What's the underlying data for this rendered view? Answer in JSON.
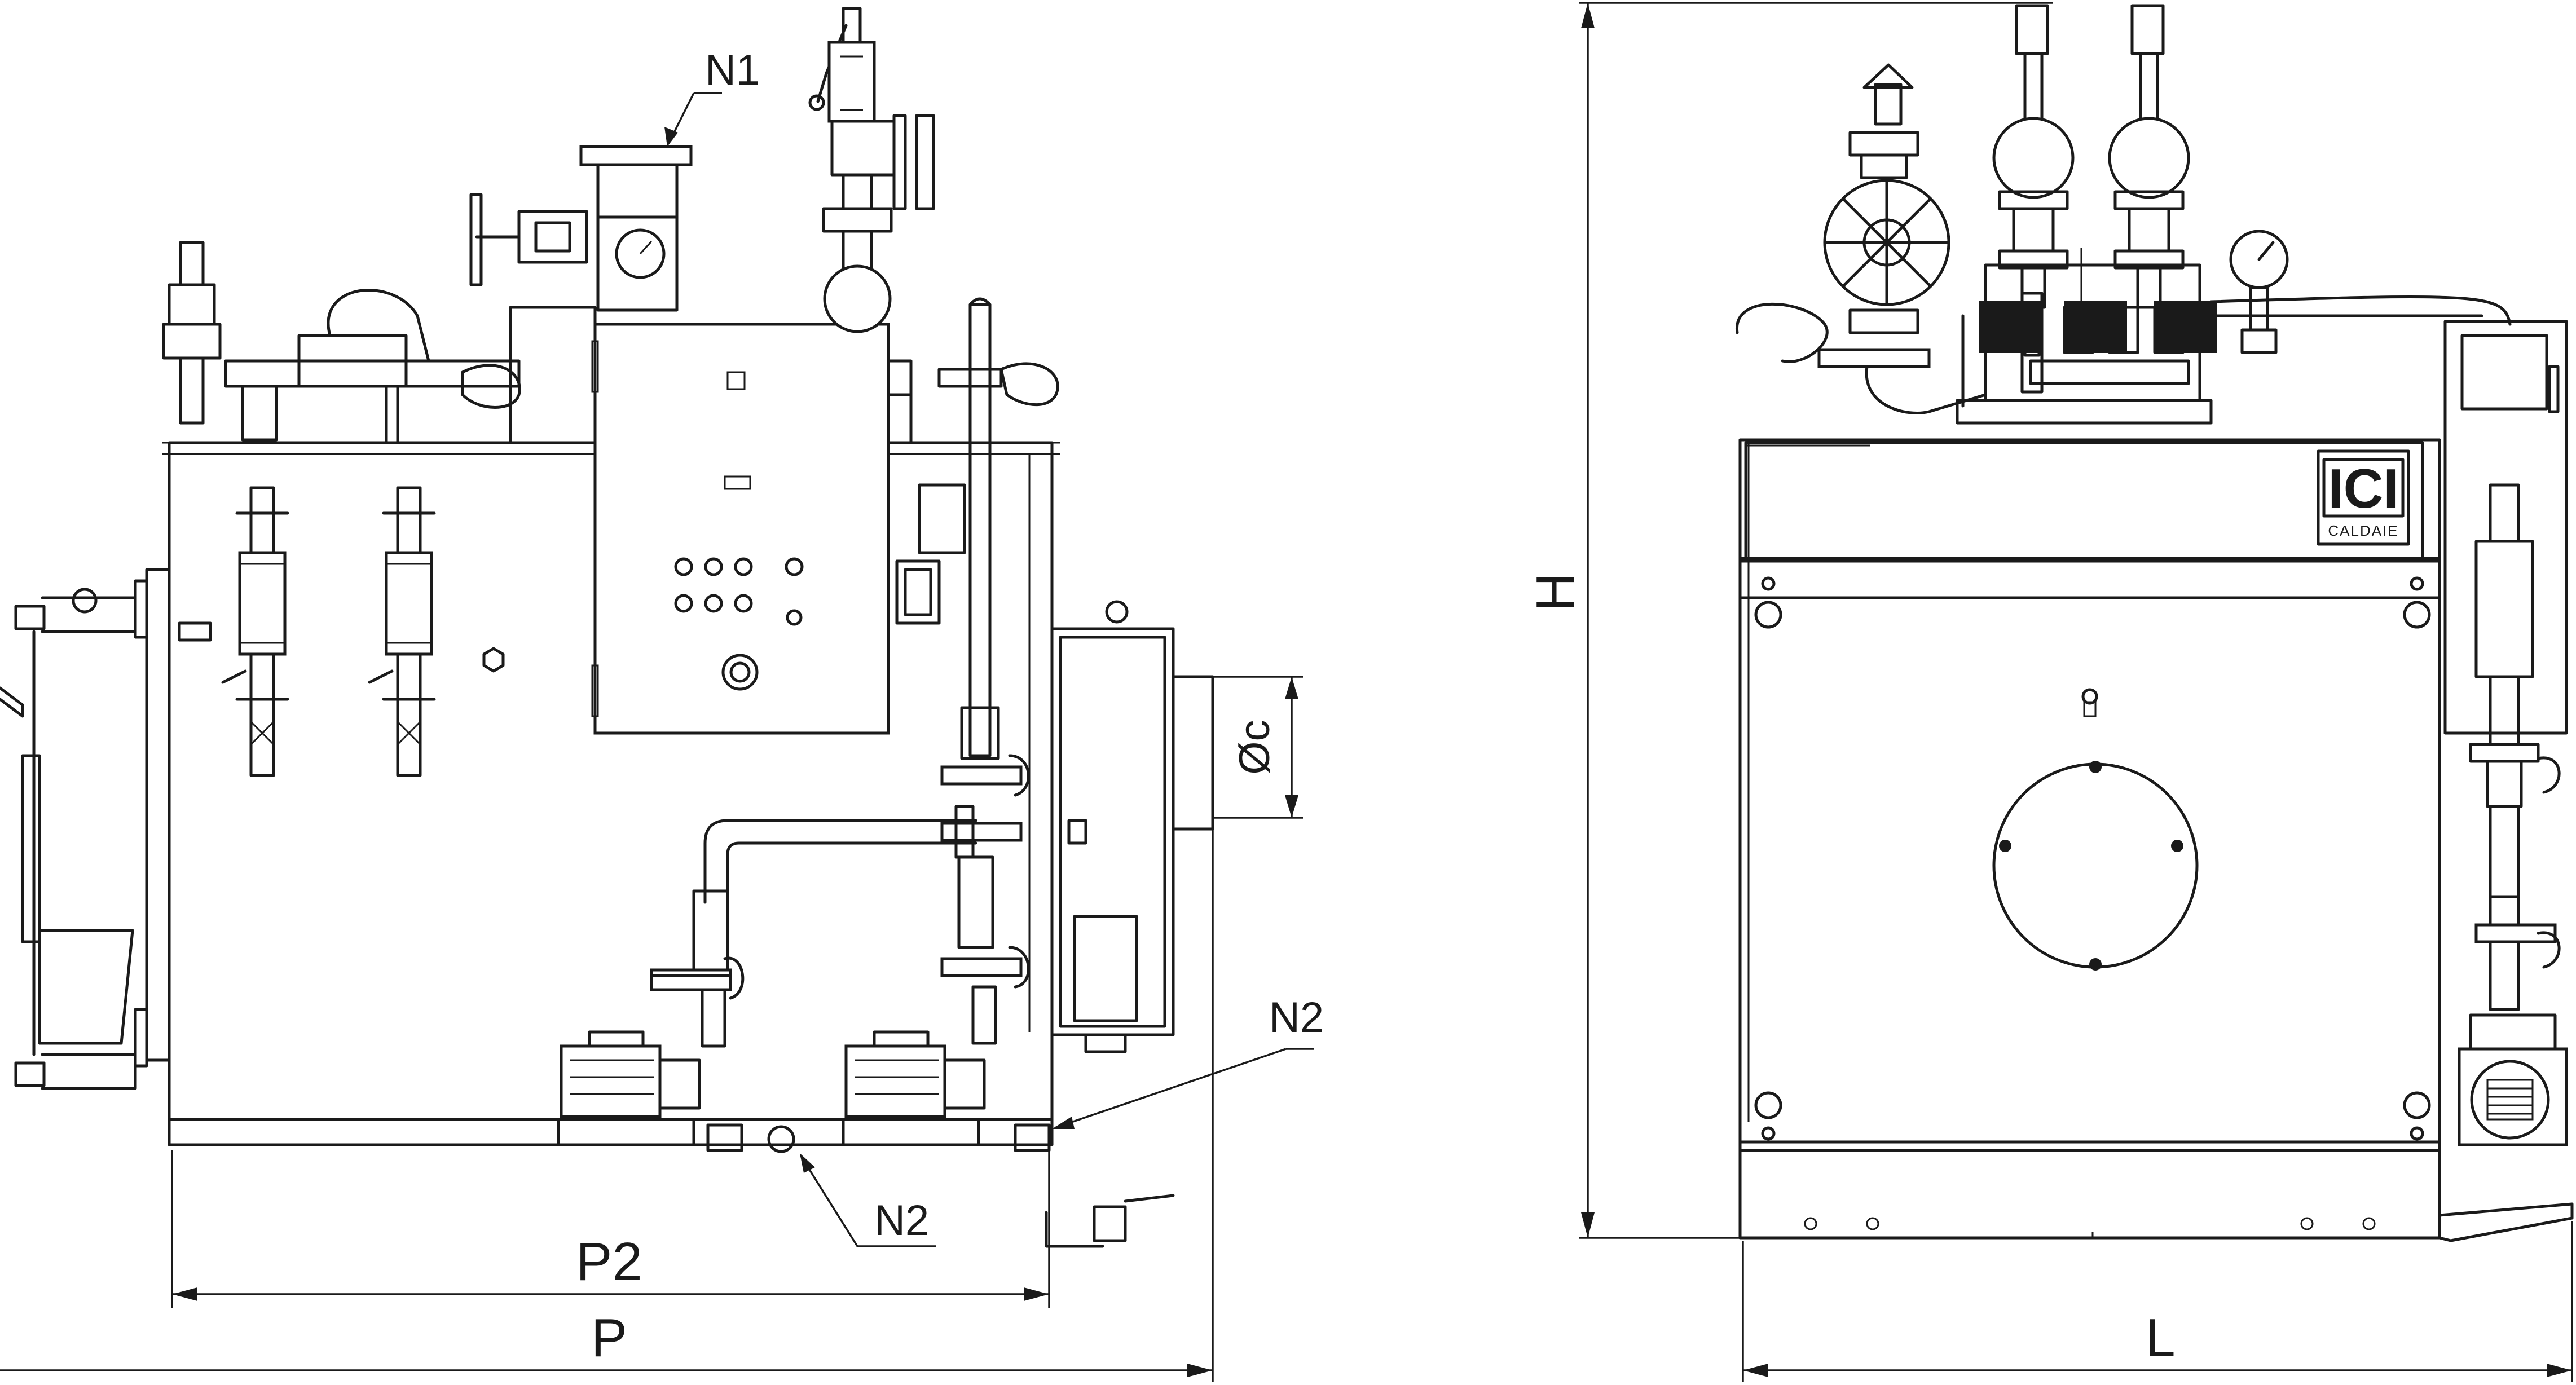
{
  "labels": {
    "n1": "N1",
    "n2_right": "N2",
    "n2_bottom": "N2",
    "p2": "P2",
    "p": "P",
    "h": "H",
    "l": "L",
    "oc": "Øc"
  },
  "logo": {
    "text": "ICI",
    "subtitle": "CALDAIE"
  },
  "colors": {
    "line": "#1a1a1a",
    "background": "#ffffff"
  }
}
